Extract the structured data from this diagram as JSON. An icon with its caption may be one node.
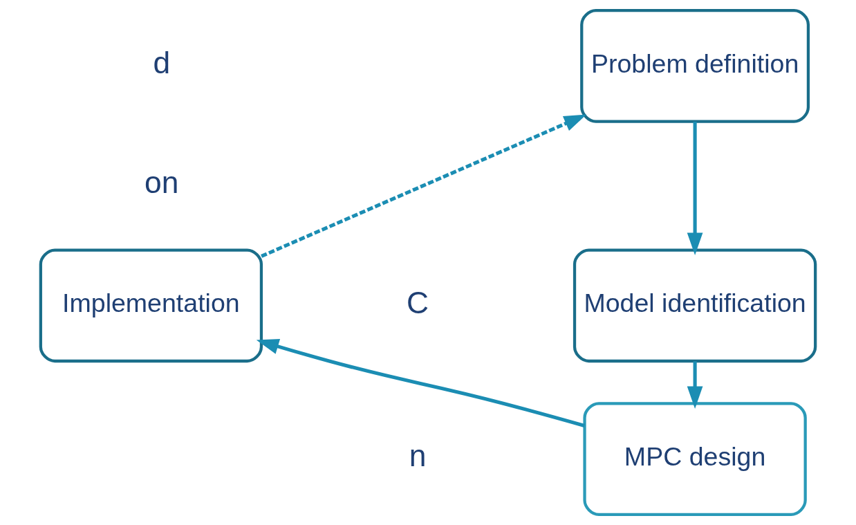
{
  "diagram": {
    "nodes": [
      {
        "text": [
          "Problem definition"
        ]
      },
      {
        "text": [
          "Model identification"
        ]
      },
      {
        "text": [
          "MPC design"
        ]
      },
      {
        "text": [
          "Implementation"
        ]
      }
    ],
    "edges": [
      {
        "from": 0,
        "to": 1,
        "arrow": "to"
      },
      {
        "from": 1,
        "to": 2,
        "arrow": "to"
      },
      {
        "from": 2,
        "to": 3,
        "arrow": "to"
      },
      {
        "from": 3,
        "to": 0,
        "arrow": "to",
        "style": "dashed"
      }
    ],
    "labels": [
      "d",
      "on",
      "C",
      "n"
    ]
  }
}
